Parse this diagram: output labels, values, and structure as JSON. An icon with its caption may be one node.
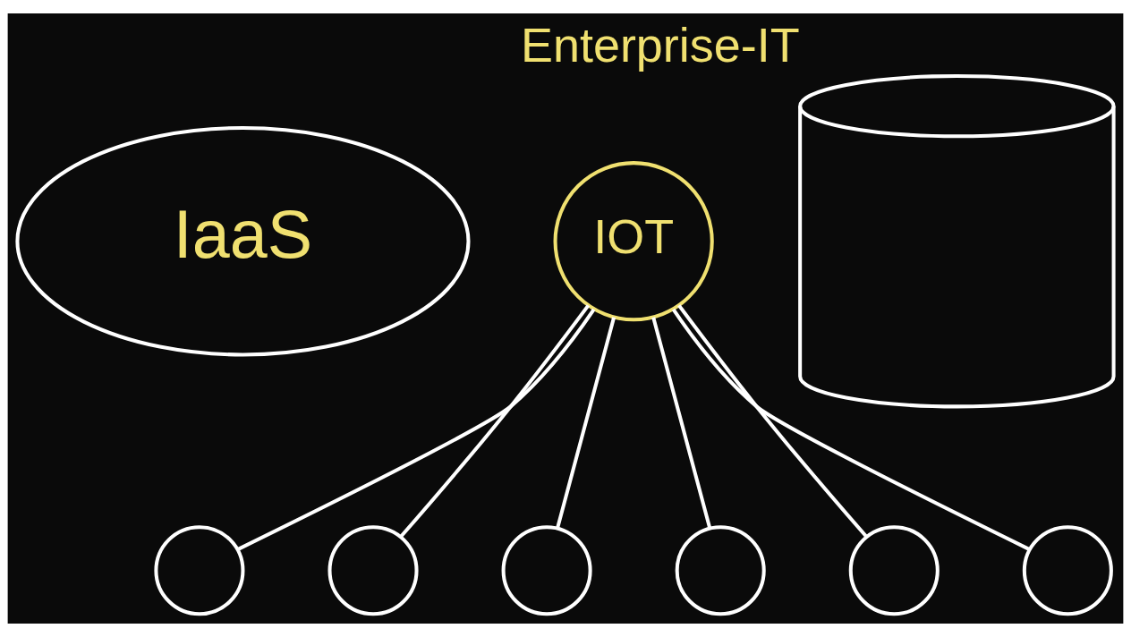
{
  "diagram": {
    "nodes": [
      {
        "text": [
          "IaaS"
        ]
      },
      {
        "text": [
          "IOT"
        ]
      },
      {
        "text": [],
        "shape": "circle"
      },
      {
        "text": [],
        "shape": "circle"
      },
      {
        "text": [],
        "shape": "circle"
      },
      {
        "text": [],
        "shape": "circle"
      },
      {
        "text": [],
        "shape": "circle"
      },
      {
        "text": [],
        "shape": "circle"
      },
      {
        "text": [],
        "shape": "cylinder",
        "beside": [
          "Enterprise-IT"
        ]
      }
    ],
    "edges": [
      {
        "from": 1,
        "to": 2,
        "arrow": "none"
      },
      {
        "from": 1,
        "to": 3,
        "arrow": "none"
      },
      {
        "from": 1,
        "to": 4,
        "arrow": "none"
      },
      {
        "from": 1,
        "to": 5,
        "arrow": "none"
      },
      {
        "from": 1,
        "to": 6,
        "arrow": "none"
      },
      {
        "from": 1,
        "to": 7,
        "arrow": "none"
      }
    ]
  }
}
